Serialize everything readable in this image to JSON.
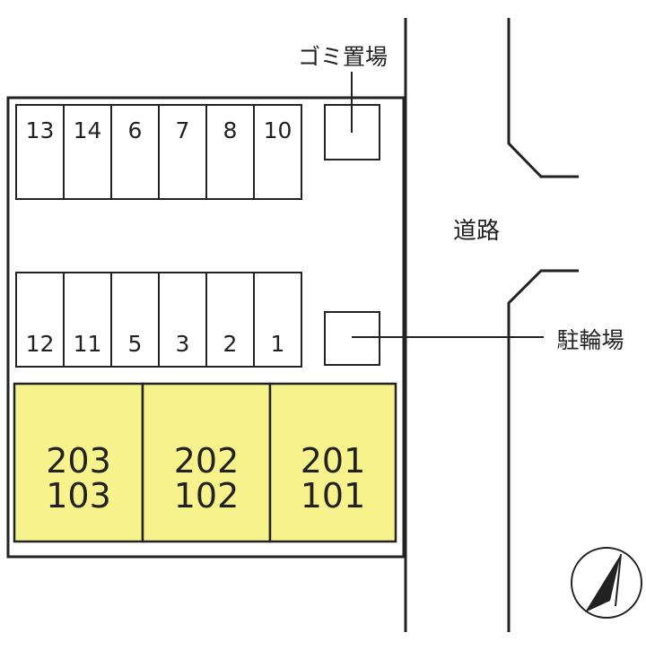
{
  "labels": {
    "garbage": "ゴミ置場",
    "road": "道路",
    "bicycle": "駐輪場"
  },
  "parking": {
    "top_row": [
      "13",
      "14",
      "6",
      "7",
      "8",
      "10"
    ],
    "bottom_row": [
      "12",
      "11",
      "5",
      "3",
      "2",
      "1"
    ]
  },
  "units": [
    {
      "upper": "203",
      "lower": "103"
    },
    {
      "upper": "202",
      "lower": "102"
    },
    {
      "upper": "201",
      "lower": "101"
    }
  ],
  "colors": {
    "unit_fill": "#f7f38c",
    "line": "#222222"
  },
  "icons": {
    "compass": "north-arrow-icon"
  }
}
